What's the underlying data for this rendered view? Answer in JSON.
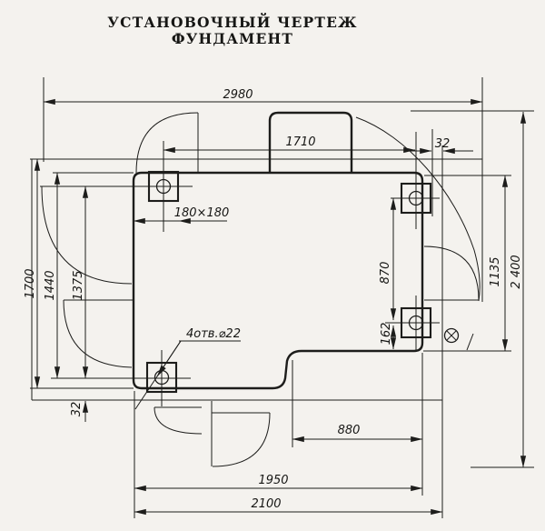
{
  "title": {
    "line1": "УСТАНОВОЧНЫЙ ЧЕРТЕЖ",
    "line2": "ФУНДАМЕНТ"
  },
  "dims": {
    "top_width": "2980",
    "bolt_span_x": "1710",
    "top_offset": "32",
    "pocket_size": "180×180",
    "left_height": "1700",
    "left_edge_to_bolt": "1440",
    "left_bolt_span": "1375",
    "bottom_left_offset": "32",
    "holes_label": "4отв.⌀22",
    "right_bolt_span": "870",
    "right_bolt_offset": "162",
    "right_height": "1135",
    "overall_height": "2 400",
    "bottom_step": "880",
    "bottom_1950": "1950",
    "bottom_2100": "2100"
  },
  "colors": {
    "paper": "#f4f2ee",
    "ink": "#1d1d1b"
  }
}
